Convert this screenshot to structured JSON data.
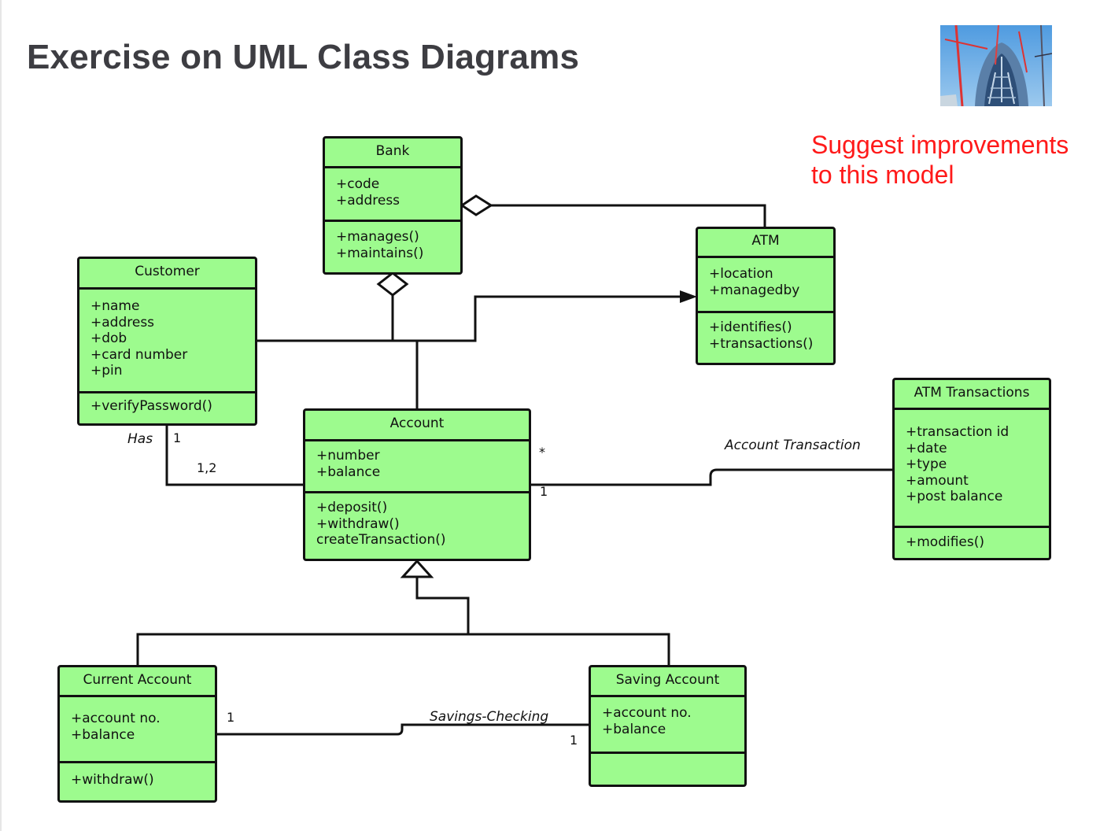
{
  "slide": {
    "title": "Exercise on UML Class Diagrams",
    "note_line1": "Suggest improvements",
    "note_line2": "to this model"
  },
  "colors": {
    "class_fill": "#9dfb8e",
    "note_text": "#ff1a1a",
    "title_text": "#3d3d42"
  },
  "classes": {
    "bank": {
      "name": "Bank",
      "attributes": [
        "+code",
        "+address"
      ],
      "methods": [
        "+manages()",
        "+maintains()"
      ]
    },
    "atm": {
      "name": "ATM",
      "attributes": [
        "+location",
        "+managedby"
      ],
      "methods": [
        "+identifies()",
        "+transactions()"
      ]
    },
    "customer": {
      "name": "Customer",
      "attributes": [
        "+name",
        "+address",
        "+dob",
        "+card number",
        "+pin"
      ],
      "methods": [
        "+verifyPassword()"
      ]
    },
    "account": {
      "name": "Account",
      "attributes": [
        "+number",
        "+balance"
      ],
      "methods": [
        "+deposit()",
        "+withdraw()",
        "createTransaction()"
      ]
    },
    "atm_transactions": {
      "name": "ATM Transactions",
      "attributes": [
        "+transaction id",
        "+date",
        "+type",
        "+amount",
        "+post balance"
      ],
      "methods": [
        "+modifies()"
      ]
    },
    "current_account": {
      "name": "Current Account",
      "attributes": [
        "+account no.",
        "+balance"
      ],
      "methods": [
        "+withdraw()"
      ]
    },
    "saving_account": {
      "name": "Saving Account",
      "attributes": [
        "+account no.",
        "+balance"
      ],
      "methods": []
    }
  },
  "associations": {
    "has": {
      "name": "Has",
      "customer_end": "1",
      "account_end": "1,2"
    },
    "account_transaction": {
      "name": "Account Transaction",
      "account_end_many": "*",
      "account_end_one": "1"
    },
    "savings_checking": {
      "name": "Savings-Checking",
      "current_end": "1",
      "saving_end": "1"
    }
  }
}
